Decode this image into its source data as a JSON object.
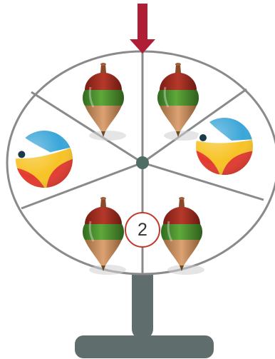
{
  "spinner": {
    "sector_count": 6,
    "sectors": [
      {
        "item": "spinning-top"
      },
      {
        "item": "spinning-top"
      },
      {
        "item": "beach-ball"
      },
      {
        "item": "spinning-top"
      },
      {
        "item": "spinning-top"
      },
      {
        "item": "beach-ball"
      }
    ],
    "pointer_icon": "down-arrow-icon",
    "badge_label": "2"
  },
  "colors": {
    "pointer": "#b01e35",
    "wheel_outline": "#8a8a8a",
    "hub": "#4f6d65",
    "stand": "#5f6e6c",
    "badge_border": "#c0392b",
    "top_red": "#a32a1e",
    "top_green": "#4e8f2e",
    "top_tan": "#c98c5a",
    "ball_yellow": "#f7c325",
    "ball_red": "#e33a30",
    "ball_blue": "#3aa6d8"
  }
}
